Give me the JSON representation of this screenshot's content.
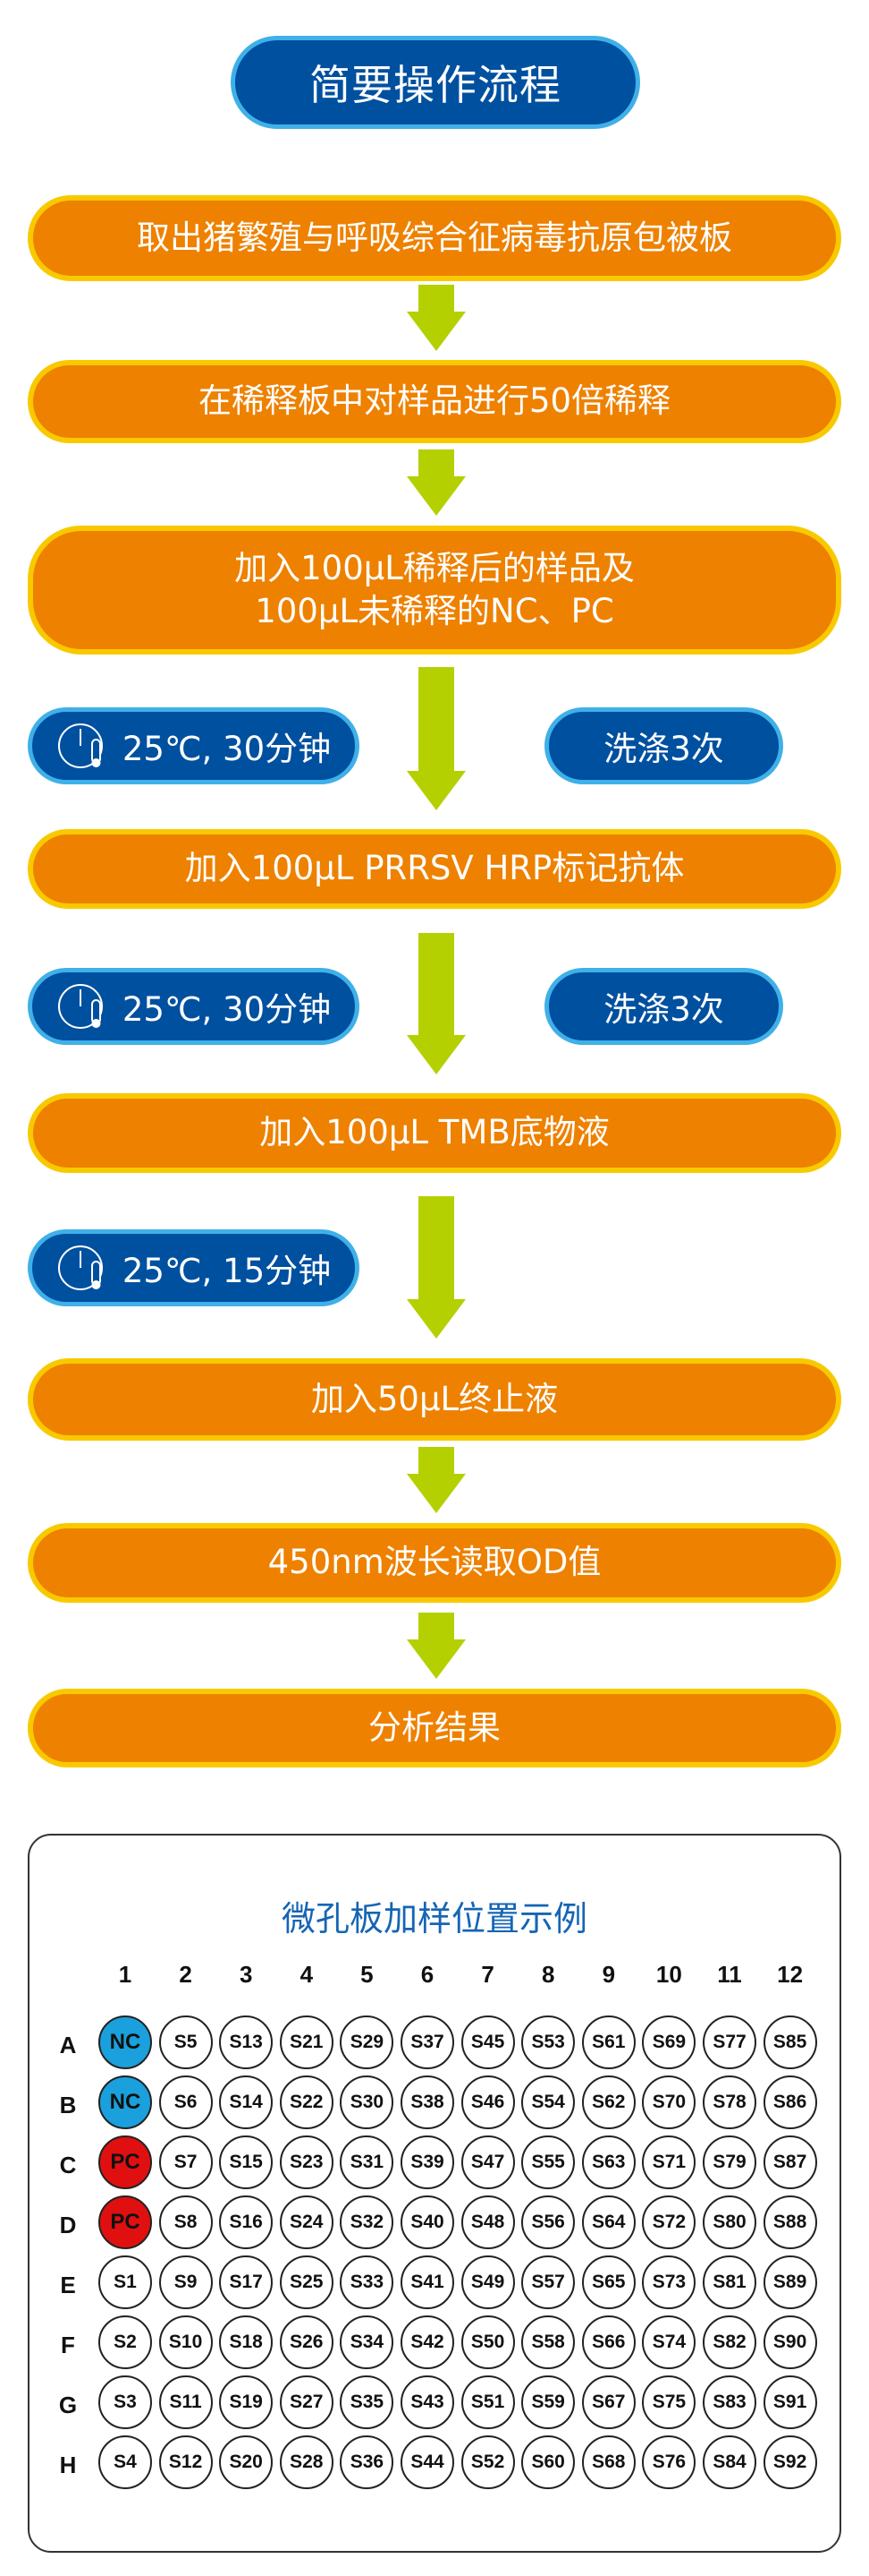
{
  "title": "简要操作流程",
  "steps": [
    "取出猪繁殖与呼吸综合征病毒抗原包被板",
    "在稀释板中对样品进行50倍稀释",
    "加入100μL稀释后的样品及",
    "100μL未稀释的NC、PC",
    "加入100μL PRRSV HRP标记抗体",
    "加入100μL TMB底物液",
    "加入50μL终止液",
    "450nm波长读取OD值",
    "分析结果"
  ],
  "incubations": [
    "25℃, 30分钟",
    "25℃, 30分钟",
    "25℃, 15分钟"
  ],
  "wash": [
    "洗涤3次",
    "洗涤3次"
  ],
  "plate": {
    "title": "微孔板加样位置示例",
    "columns": [
      "1",
      "2",
      "3",
      "4",
      "5",
      "6",
      "7",
      "8",
      "9",
      "10",
      "11",
      "12"
    ],
    "rows": [
      "A",
      "B",
      "C",
      "D",
      "E",
      "F",
      "G",
      "H"
    ],
    "colors": {
      "NC": "#1AA0DC",
      "PC": "#E01010"
    },
    "wells": [
      [
        "NC",
        "S5",
        "S13",
        "S21",
        "S29",
        "S37",
        "S45",
        "S53",
        "S61",
        "S69",
        "S77",
        "S85"
      ],
      [
        "NC",
        "S6",
        "S14",
        "S22",
        "S30",
        "S38",
        "S46",
        "S54",
        "S62",
        "S70",
        "S78",
        "S86"
      ],
      [
        "PC",
        "S7",
        "S15",
        "S23",
        "S31",
        "S39",
        "S47",
        "S55",
        "S63",
        "S71",
        "S79",
        "S87"
      ],
      [
        "PC",
        "S8",
        "S16",
        "S24",
        "S32",
        "S40",
        "S48",
        "S56",
        "S64",
        "S72",
        "S80",
        "S88"
      ],
      [
        "S1",
        "S9",
        "S17",
        "S25",
        "S33",
        "S41",
        "S49",
        "S57",
        "S65",
        "S73",
        "S81",
        "S89"
      ],
      [
        "S2",
        "S10",
        "S18",
        "S26",
        "S34",
        "S42",
        "S50",
        "S58",
        "S66",
        "S74",
        "S82",
        "S90"
      ],
      [
        "S3",
        "S11",
        "S19",
        "S27",
        "S35",
        "S43",
        "S51",
        "S59",
        "S67",
        "S75",
        "S83",
        "S91"
      ],
      [
        "S4",
        "S12",
        "S20",
        "S28",
        "S36",
        "S44",
        "S52",
        "S60",
        "S68",
        "S76",
        "S84",
        "S92"
      ]
    ]
  }
}
